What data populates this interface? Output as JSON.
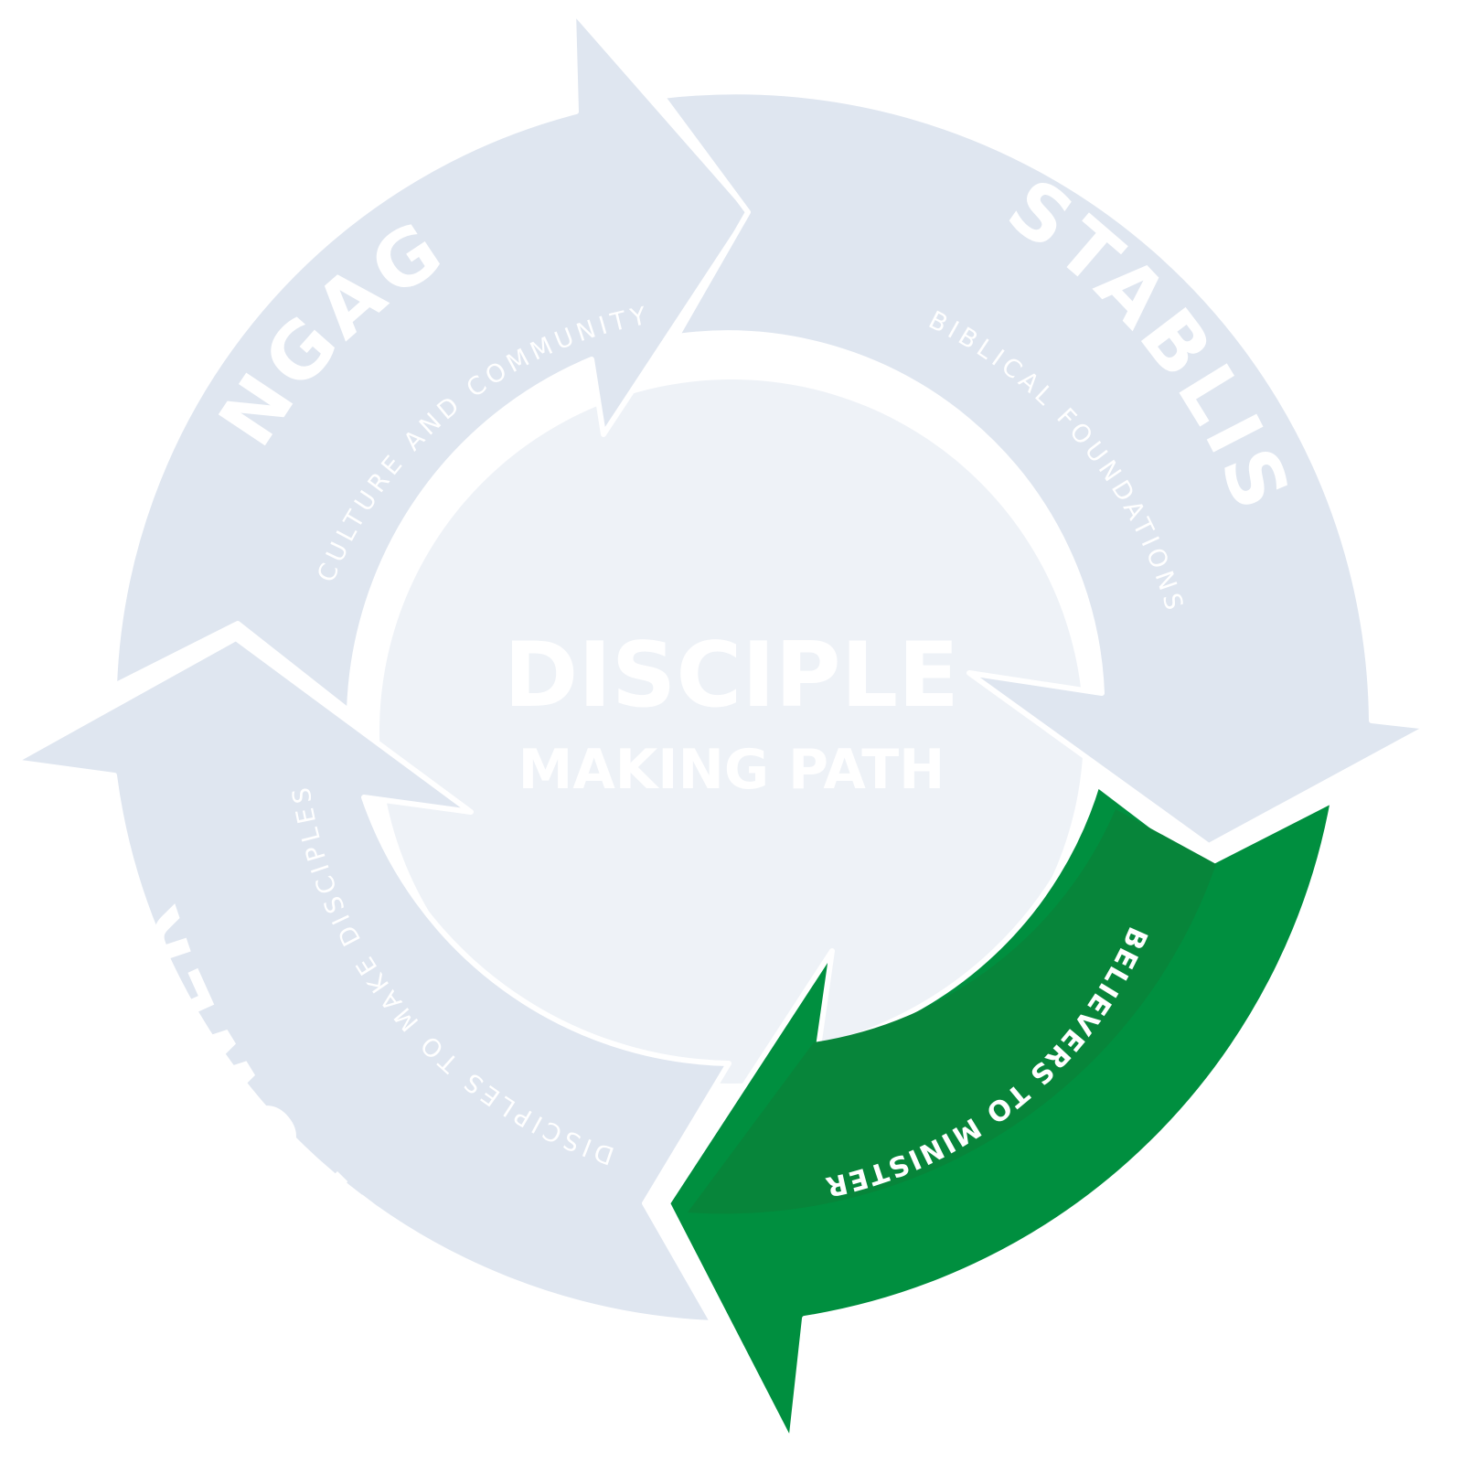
{
  "colors": {
    "background": "#ffffff",
    "segment_inactive": "#dfe6f0",
    "center_disc": "#eef2f7",
    "center_text": "#ffffff",
    "segment_text": "#ffffff",
    "active_outer": "#008f3f",
    "active_inner": "#07853a"
  },
  "center": {
    "title": "DISCIPLE",
    "subtitle": "MAKING PATH"
  },
  "stages": [
    {
      "key": "engage",
      "title": "ENGAGE",
      "subtitle": "CULTURE AND COMMUNITY",
      "active": false
    },
    {
      "key": "establish",
      "title": "ESTABLISH",
      "subtitle": "BIBLICAL FOUNDATIONS",
      "active": false
    },
    {
      "key": "equip",
      "title": "EQUIP",
      "subtitle": "BELIEVERS TO MINISTER",
      "active": true
    },
    {
      "key": "empower",
      "title": "EMPOWER",
      "subtitle": "DISCIPLES TO MAKE DISCIPLES",
      "active": false
    }
  ]
}
